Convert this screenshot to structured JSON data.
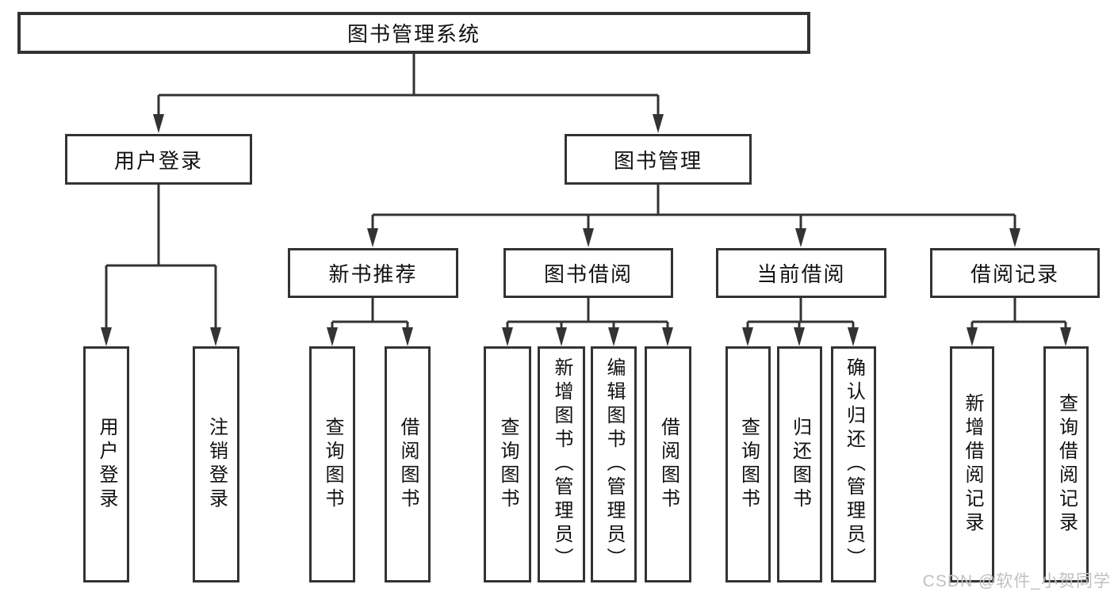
{
  "diagram": {
    "title": "图书管理系统",
    "root": {
      "label": "图书管理系统"
    },
    "level2": [
      {
        "label": "用户登录"
      },
      {
        "label": "图书管理"
      }
    ],
    "level3": [
      {
        "label": "新书推荐",
        "parent": "图书管理"
      },
      {
        "label": "图书借阅",
        "parent": "图书管理"
      },
      {
        "label": "当前借阅",
        "parent": "图书管理"
      },
      {
        "label": "借阅记录",
        "parent": "图书管理"
      }
    ],
    "leaves": [
      {
        "label": "用户登录",
        "parent": "用户登录"
      },
      {
        "label": "注销登录",
        "parent": "用户登录"
      },
      {
        "label": "查询图书",
        "parent": "新书推荐"
      },
      {
        "label": "借阅图书",
        "parent": "新书推荐"
      },
      {
        "label": "查询图书",
        "parent": "图书借阅"
      },
      {
        "label": "新增图书（管理员）",
        "parent": "图书借阅"
      },
      {
        "label": "编辑图书（管理员）",
        "parent": "图书借阅"
      },
      {
        "label": "借阅图书",
        "parent": "图书借阅"
      },
      {
        "label": "查询图书",
        "parent": "当前借阅"
      },
      {
        "label": "归还图书",
        "parent": "当前借阅"
      },
      {
        "label": "确认归还（管理员）",
        "parent": "当前借阅"
      },
      {
        "label": "新增借阅记录",
        "parent": "借阅记录"
      },
      {
        "label": "查询借阅记录",
        "parent": "借阅记录"
      }
    ]
  },
  "watermark": {
    "text": "CSDN @软件_小贺同学",
    "color": "#c0c0c0"
  },
  "colors": {
    "line": "#333333",
    "box_border": "#333333",
    "box_fill": "#ffffff",
    "text": "#111111",
    "background": "#ffffff"
  }
}
